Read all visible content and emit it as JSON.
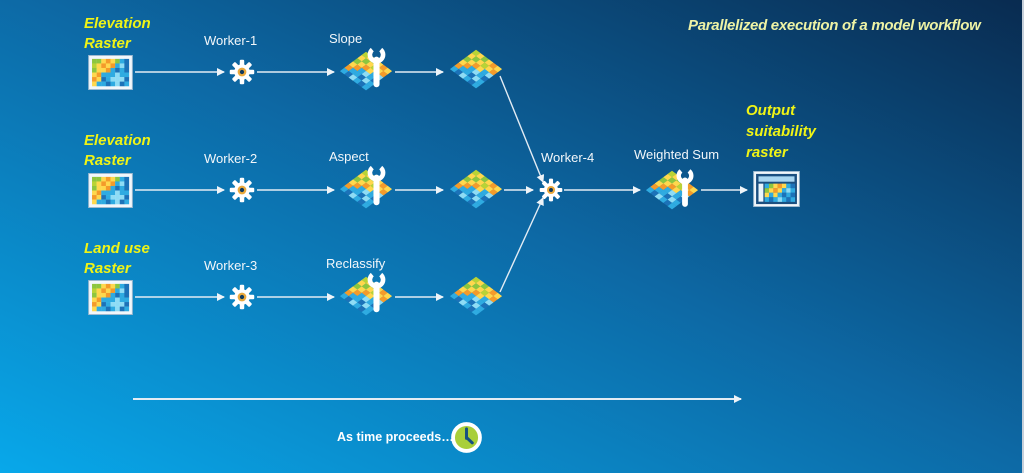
{
  "slide": {
    "title": "Parallelized execution of a model workflow",
    "timeline_label": "As time proceeds…"
  },
  "rows": [
    {
      "input": [
        "Elevation",
        "Raster"
      ],
      "worker": "Worker-1",
      "tool": "Slope"
    },
    {
      "input": [
        "Elevation",
        "Raster"
      ],
      "worker": "Worker-2",
      "tool": "Aspect"
    },
    {
      "input": [
        "Land use",
        "Raster"
      ],
      "worker": "Worker-3",
      "tool": "Reclassify"
    }
  ],
  "merge": {
    "worker": "Worker-4",
    "tool": "Weighted Sum"
  },
  "output": {
    "label": [
      "Output",
      "suitability",
      "raster"
    ]
  },
  "colors": {
    "background_bottom_left": "#08a8ea",
    "background_top_right": "#092b50",
    "label_yellow": "#f0f415",
    "title_yellow": "#eef3a5",
    "node_label_white": "#f3f7fa",
    "connector_white": "#e3ecf4",
    "clock_green": "#a9cf39",
    "gear_center_gold": "#eaa93d",
    "clock_hands_navy": "#155081"
  }
}
